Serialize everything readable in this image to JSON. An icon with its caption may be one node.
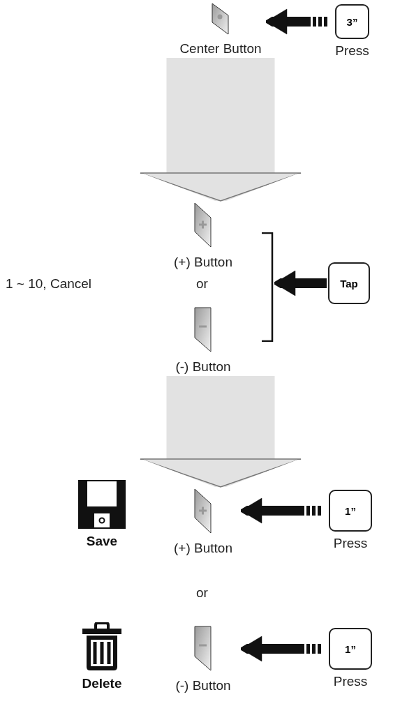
{
  "diagram": {
    "nodes": [
      {
        "text": [
          "Center Button"
        ]
      },
      {
        "text": [
          "3”"
        ],
        "beside": [
          "Press"
        ]
      },
      {
        "text": [
          "(+) Button"
        ]
      },
      {
        "text": [
          "(-) Button"
        ]
      },
      {
        "text": [],
        "shape": "bracket"
      },
      {
        "text": [
          "Tap"
        ]
      },
      {
        "text": [
          "Save"
        ]
      },
      {
        "text": [
          "(+) Button"
        ]
      },
      {
        "text": [
          "1”"
        ],
        "beside": [
          "Press"
        ]
      },
      {
        "text": [
          "Delete"
        ]
      },
      {
        "text": [
          "(-) Button"
        ]
      },
      {
        "text": [
          "1”"
        ],
        "beside": [
          "Press"
        ]
      }
    ],
    "edges": [
      {
        "from": 1,
        "to": 0,
        "arrow": "to"
      },
      {
        "from": 0,
        "to": 2,
        "arrow": "to",
        "style": "thick",
        "color": "#e2e2e2"
      },
      {
        "from": 5,
        "to": 4,
        "arrow": "to"
      },
      {
        "from": 3,
        "to": 7,
        "arrow": "to",
        "style": "thick",
        "color": "#e2e2e2"
      },
      {
        "from": 8,
        "to": 7,
        "arrow": "to"
      },
      {
        "from": 11,
        "to": 10,
        "arrow": "to"
      }
    ],
    "labels": [
      "1 ~ 10, Cancel",
      "or",
      "or"
    ]
  }
}
